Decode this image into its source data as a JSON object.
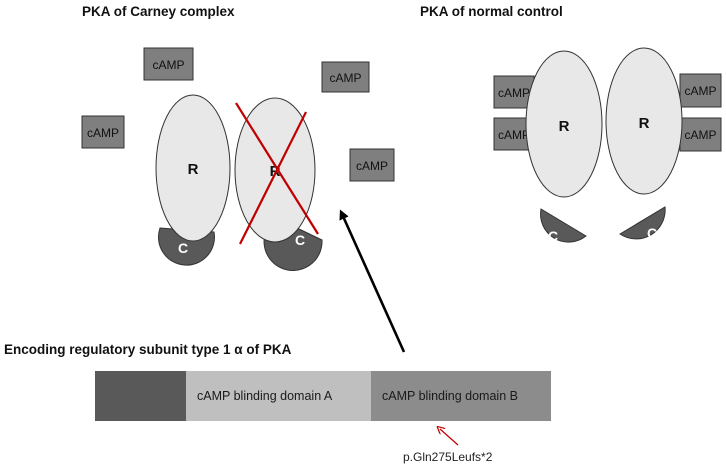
{
  "titles": {
    "carney": "PKA of Carney complex",
    "normal": "PKA of normal control",
    "encoding": "Encoding regulatory subunit type 1 α of PKA"
  },
  "labels": {
    "camp": "cAMP",
    "regulatory": "R",
    "catalytic": "C"
  },
  "gene_bar": {
    "domain_a": "cAMP blinding domain A",
    "domain_b": "cAMP blinding domain B"
  },
  "mutation": "p.Gln275Leufs*2",
  "colors": {
    "camp_fill": "#7f7f7f",
    "r_fill": "#e8e8e8",
    "c_fill": "#595959",
    "segment_dark": "#595959",
    "segment_light": "#bfbfbf",
    "segment_mid": "#8c8c8c",
    "cross": "#c00000",
    "mutation_arrow": "#c00000"
  }
}
